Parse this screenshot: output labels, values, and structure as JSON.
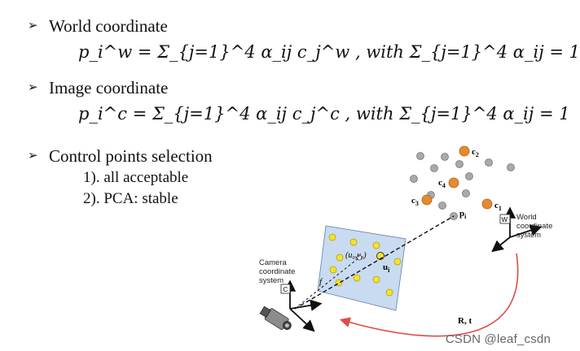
{
  "bullets": [
    {
      "label": "World coordinate",
      "formula": "p_i^w = Σ_{j=1}^4 α_ij c_j^w , with Σ_{j=1}^4 α_ij = 1"
    },
    {
      "label": "Image coordinate",
      "formula": "p_i^c = Σ_{j=1}^4 α_ij c_j^c ,  with Σ_{j=1}^4 α_ij = 1"
    },
    {
      "label": "Control points selection",
      "items": [
        "1). all acceptable",
        "2). PCA: stable"
      ]
    }
  ],
  "diagram": {
    "labels": {
      "c1": "c",
      "c1_sub": "1",
      "c2": "c",
      "c2_sub": "2",
      "c3": "c",
      "c3_sub": "3",
      "c4": "c",
      "c4_sub": "4",
      "pi": "p",
      "pi_sub": "i",
      "ui": "u",
      "ui_sub": "i",
      "u0v0": "(u₀,v₀)",
      "f": "f",
      "world_frame_tag": "W",
      "camera_frame_tag": "C",
      "world_system_label": [
        "World",
        "coordinate",
        "system"
      ],
      "camera_system_label": [
        "Camera",
        "coordinate",
        "system"
      ],
      "rt_label": "R, t"
    },
    "colors": {
      "control_point": "#e68a2e",
      "world_point": "#a9a9a9",
      "image_point": "#f5e22a",
      "image_plane": "#c9dbf0",
      "motion_arrow": "#e04a4a"
    }
  },
  "watermark": "CSDN @leaf_csdn"
}
